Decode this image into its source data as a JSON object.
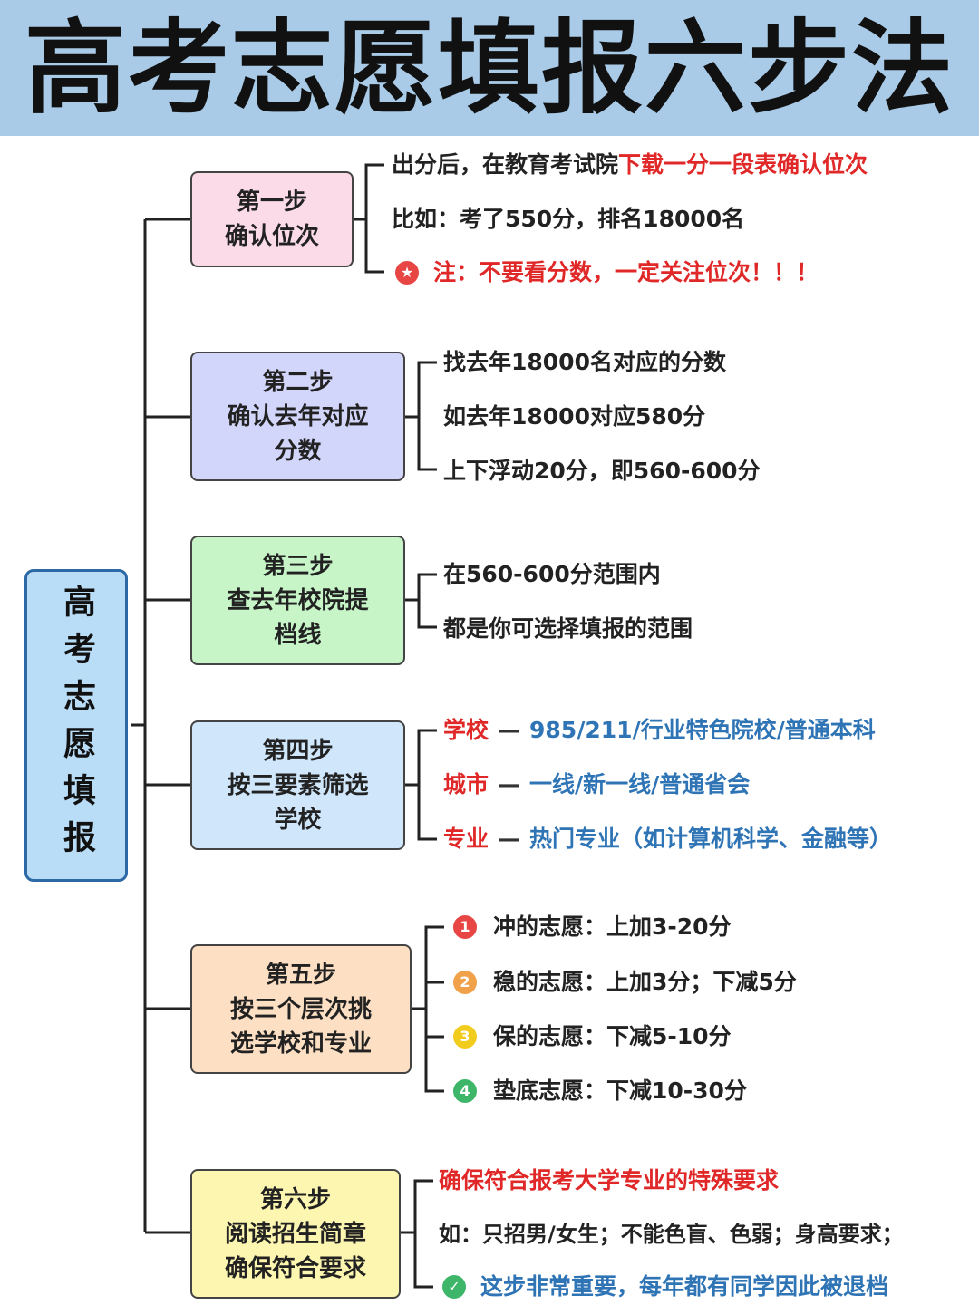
{
  "title": "高考志愿填报六步法",
  "root_label": "高考志愿填报",
  "colors": {
    "header_bg": "#a9cbe8",
    "root_bg": "#b9dcf7",
    "step1_bg": "#fbdbe8",
    "step2_bg": "#d3d6fb",
    "step3_bg": "#c7f5c8",
    "step4_bg": "#cfe6fb",
    "step5_bg": "#fde0c4",
    "step6_bg": "#fdf6b0",
    "red": "#e02828",
    "blue": "#2f74b5"
  },
  "steps": [
    {
      "title": "第一步",
      "line2": "确认位次",
      "line3": "",
      "items": [
        {
          "prefix": "出分后，在教育考试院",
          "highlight": "下载一分一段表确认位次"
        },
        {
          "text": "比如：考了550分，排名18000名"
        },
        {
          "icon": "star-icon",
          "text": "注：不要看分数，一定关注位次！！！"
        }
      ]
    },
    {
      "title": "第二步",
      "line2": "确认去年对应",
      "line3": "分数",
      "items": [
        {
          "text": "找去年18000名对应的分数"
        },
        {
          "text": "如去年18000对应580分"
        },
        {
          "text": "上下浮动20分，即560-600分"
        }
      ]
    },
    {
      "title": "第三步",
      "line2": "查去年校院提",
      "line3": "档线",
      "items": [
        {
          "text": "在560-600分范围内"
        },
        {
          "text": "都是你可选择填报的范围"
        }
      ]
    },
    {
      "title": "第四步",
      "line2": "按三要素筛选",
      "line3": "学校",
      "items": [
        {
          "label": "学校",
          "dash": "—",
          "value": "985/211/行业特色院校/普通本科"
        },
        {
          "label": "城市",
          "dash": "—",
          "value": "一线/新一线/普通省会"
        },
        {
          "label": "专业",
          "dash": "—",
          "value": "热门专业（如计算机科学、金融等）"
        }
      ]
    },
    {
      "title": "第五步",
      "line2": "按三个层次挑",
      "line3": "选学校和专业",
      "items": [
        {
          "num": "1",
          "color": "#e84545",
          "text": "冲的志愿：上加3-20分"
        },
        {
          "num": "2",
          "color": "#f0a14a",
          "text": "稳的志愿：上加3分；下减5分"
        },
        {
          "num": "3",
          "color": "#f2cc1d",
          "text": "保的志愿：下减5-10分"
        },
        {
          "num": "4",
          "color": "#3db66a",
          "text": "垫底志愿：下减10-30分"
        }
      ]
    },
    {
      "title": "第六步",
      "line2": "阅读招生简章",
      "line3": "确保符合要求",
      "items": [
        {
          "text": "确保符合报考大学专业的特殊要求"
        },
        {
          "text": "如：只招男/女生；不能色盲、色弱；身高要求；"
        },
        {
          "icon": "check-icon",
          "text": "这步非常重要，每年都有同学因此被退档"
        }
      ]
    }
  ]
}
